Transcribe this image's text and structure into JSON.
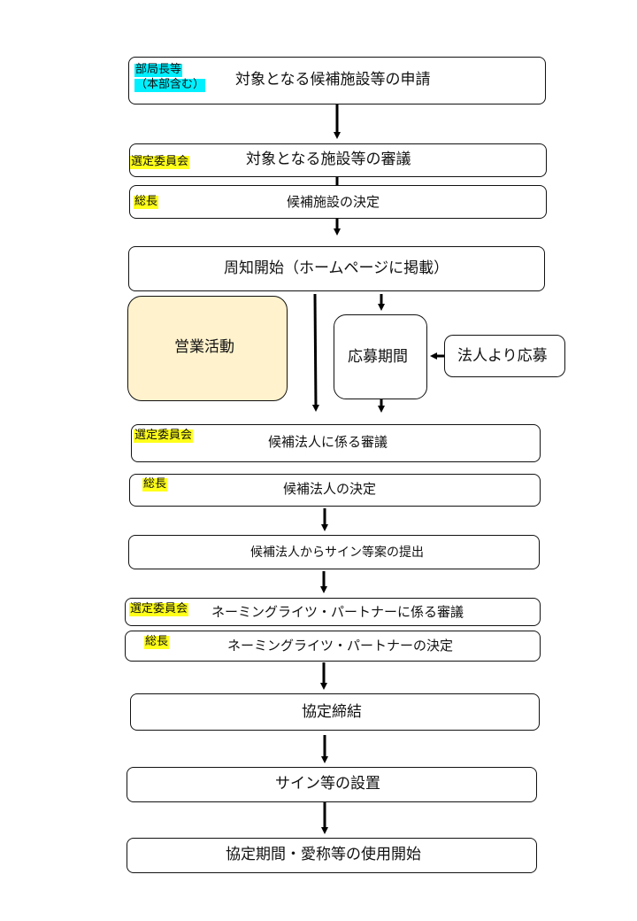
{
  "steps": {
    "s1": {
      "tag": "部局長等",
      "tag2": "（本部含む）",
      "label": "対象となる候補施設等の申請"
    },
    "s2": {
      "tag": "選定委員会",
      "label": "対象となる施設等の審議"
    },
    "s3": {
      "tag": "総長",
      "label": "候補施設の決定"
    },
    "s4": {
      "label": "周知開始（ホームページに掲載）"
    },
    "sales": {
      "label": "営業活動"
    },
    "period": {
      "label": "応募期間"
    },
    "apply": {
      "label": "法人より応募"
    },
    "s5": {
      "tag": "選定委員会",
      "label": "候補法人に係る審議"
    },
    "s6": {
      "tag": "総長",
      "label": "候補法人の決定"
    },
    "s7": {
      "label": "候補法人からサイン等案の提出"
    },
    "s8": {
      "tag": "選定委員会",
      "label": "ネーミングライツ・パートナーに係る審議"
    },
    "s9": {
      "tag": "総長",
      "label": "ネーミングライツ・パートナーの決定"
    },
    "s10": {
      "label": "協定締結"
    },
    "s11": {
      "label": "サイン等の設置"
    },
    "s12": {
      "label": "協定期間・愛称等の使用開始"
    }
  },
  "colors": {
    "tag_yellow": "#ffff1a",
    "tag_cyan": "#00f0ff",
    "sales_fill": "#fff2cc"
  }
}
